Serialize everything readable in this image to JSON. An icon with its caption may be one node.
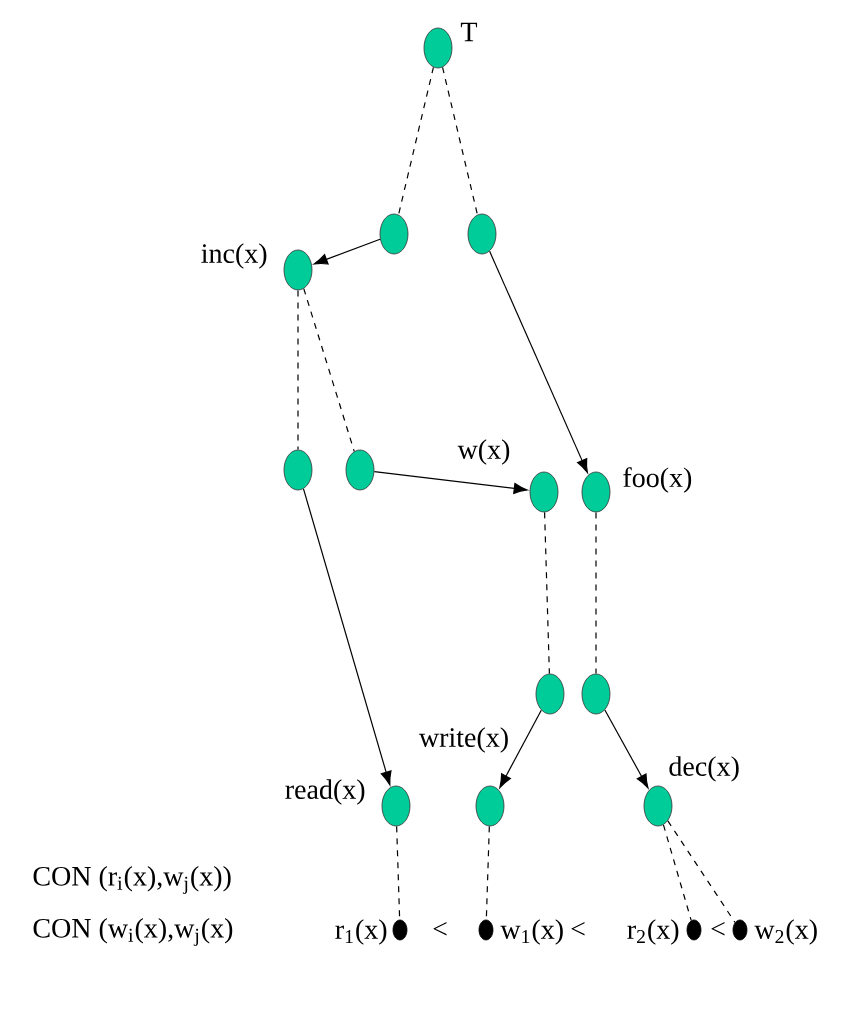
{
  "diagram": {
    "nodes": [
      {
        "text": [],
        "shape": "circle",
        "beside": [
          "T"
        ]
      },
      {
        "text": [],
        "shape": "circle"
      },
      {
        "text": [],
        "shape": "circle"
      },
      {
        "text": [],
        "shape": "circle",
        "beside": [
          "inc(x)"
        ]
      },
      {
        "text": [],
        "shape": "circle"
      },
      {
        "text": [],
        "shape": "circle"
      },
      {
        "text": [],
        "shape": "circle"
      },
      {
        "text": [],
        "shape": "circle",
        "beside": [
          "foo(x)"
        ]
      },
      {
        "text": [],
        "shape": "circle"
      },
      {
        "text": [],
        "shape": "circle"
      },
      {
        "text": [],
        "shape": "circle",
        "beside": [
          "read(x)"
        ]
      },
      {
        "text": [],
        "shape": "circle"
      },
      {
        "text": [],
        "shape": "circle",
        "beside": [
          "dec(x)"
        ]
      },
      {
        "text": [],
        "shape": "circle",
        "beside": [
          "r$_{1}$(x)"
        ]
      },
      {
        "text": [],
        "shape": "circle",
        "beside": [
          "w$_{1}$(x)"
        ]
      },
      {
        "text": [],
        "shape": "circle",
        "beside": [
          "r$_{2}$(x)"
        ]
      },
      {
        "text": [],
        "shape": "circle",
        "beside": [
          "w$_{2}$(x)"
        ]
      }
    ],
    "edges": [
      {
        "from": 0,
        "to": 1,
        "arrow": "none",
        "style": "dashed"
      },
      {
        "from": 0,
        "to": 2,
        "arrow": "none",
        "style": "dashed"
      },
      {
        "from": 1,
        "to": 3,
        "arrow": "to"
      },
      {
        "from": 2,
        "to": 7,
        "arrow": "to"
      },
      {
        "from": 3,
        "to": 4,
        "arrow": "none",
        "style": "dashed"
      },
      {
        "from": 3,
        "to": 5,
        "arrow": "none",
        "style": "dashed"
      },
      {
        "from": 5,
        "to": 6,
        "arrow": "to",
        "label": "w(x)"
      },
      {
        "from": 4,
        "to": 10,
        "arrow": "to"
      },
      {
        "from": 6,
        "to": 8,
        "arrow": "none",
        "style": "dashed"
      },
      {
        "from": 7,
        "to": 9,
        "arrow": "none",
        "style": "dashed"
      },
      {
        "from": 8,
        "to": 11,
        "arrow": "to",
        "label": "write(x)"
      },
      {
        "from": 9,
        "to": 12,
        "arrow": "to"
      },
      {
        "from": 10,
        "to": 13,
        "arrow": "none",
        "style": "dashed"
      },
      {
        "from": 11,
        "to": 14,
        "arrow": "none",
        "style": "dashed"
      },
      {
        "from": 12,
        "to": 15,
        "arrow": "none",
        "style": "dashed"
      },
      {
        "from": 12,
        "to": 16,
        "arrow": "none",
        "style": "dashed"
      }
    ],
    "labels": [
      "CON (r$_{i}$(x),w$_{j}$(x))",
      "CON (w$_{i}$(x),w$_{j}$(x)",
      "<",
      "<",
      "<"
    ]
  }
}
